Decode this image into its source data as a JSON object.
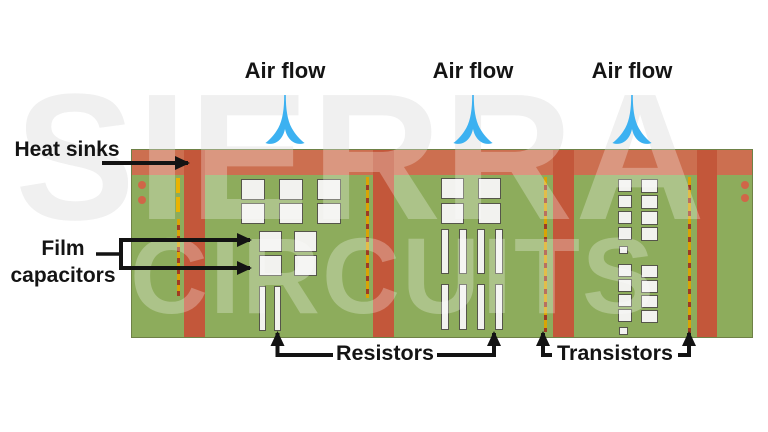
{
  "watermark": {
    "line1": "SIERRA",
    "line2": "CIRCUITS"
  },
  "labels": {
    "air_flow": "Air flow",
    "heat_sinks": "Heat sinks",
    "film_capacitors": "Film capacitors",
    "resistors": "Resistors",
    "transistors": "Transistors"
  },
  "icons": {
    "air_flow_arrow": "downward-air-stream-arrow",
    "annotation_arrow": "black-pointer-arrow"
  },
  "colors": {
    "board_green": "#8dac5c",
    "heat_sink_top_strip": "#cc6f50",
    "heat_sink_vertical_strip": "#c3573a",
    "component_fill": "#f2f2ef",
    "transistor_dash_yellow": "#d9a404",
    "transistor_dash_red": "#a23b20",
    "mount_dot": "#d06648",
    "air_flow_blue": "#3cb1f1",
    "annotation_black": "#131313",
    "watermark_gray": "#eaeaea"
  },
  "board": {
    "air_flow_streams": 3,
    "top_heat_sink_strips": 1,
    "vertical_heat_sink_strips": 4,
    "corner_dots": 4,
    "dashed_transistor_rows": 4,
    "component_groups": [
      {
        "zone": 1,
        "shape": "square",
        "cols": 3,
        "rows": 2
      },
      {
        "zone": 1,
        "shape": "square",
        "cols": 2,
        "rows": 2,
        "pointed_by": "Film capacitors"
      },
      {
        "zone": 1,
        "shape": "tall-rect",
        "cols": 2,
        "rows": 1,
        "pointed_by": "Resistors"
      },
      {
        "zone": 2,
        "shape": "square",
        "cols": 2,
        "rows": 2
      },
      {
        "zone": 2,
        "shape": "tall-rect",
        "cols": 4,
        "rows": 1
      },
      {
        "zone": 2,
        "shape": "tall-rect",
        "cols": 4,
        "rows": 1,
        "pointed_by": "Resistors"
      },
      {
        "zone": 3,
        "shape": "small-square",
        "cols": 2,
        "rows": 4
      },
      {
        "zone": 3,
        "shape": "small-square",
        "cols": 2,
        "rows": 4
      },
      {
        "zone": 3,
        "dashed_lines_pointed_by": "Transistors"
      }
    ]
  }
}
